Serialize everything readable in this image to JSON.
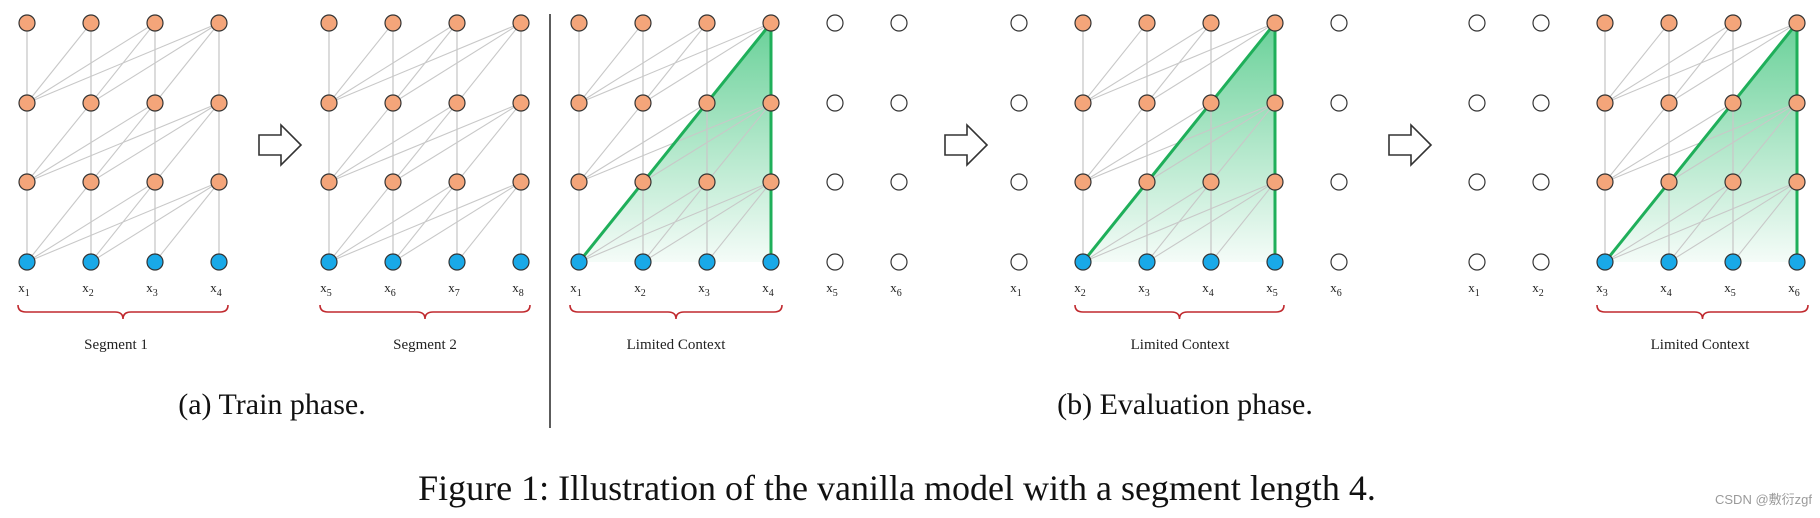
{
  "colors": {
    "hidden_node": "#f4a57a",
    "input_node": "#19a9e8",
    "empty_node": "#ffffff",
    "node_stroke": "#333333",
    "edge": "#c8c8c8",
    "context_line": "#1faf5a",
    "context_fill": "#2fbf71",
    "brace": "#c0292e"
  },
  "panels": [
    {
      "id": "train-seg1",
      "tokens": [
        {
          "b": "x",
          "s": "1"
        },
        {
          "b": "x",
          "s": "2"
        },
        {
          "b": "x",
          "s": "3"
        },
        {
          "b": "x",
          "s": "4"
        }
      ],
      "label": "Segment 1",
      "highlight": false
    },
    {
      "id": "train-seg2",
      "tokens": [
        {
          "b": "x",
          "s": "5"
        },
        {
          "b": "x",
          "s": "6"
        },
        {
          "b": "x",
          "s": "7"
        },
        {
          "b": "x",
          "s": "8"
        }
      ],
      "label": "Segment 2",
      "highlight": false
    },
    {
      "id": "eval-step1",
      "tokens": [
        {
          "b": "x",
          "s": "1"
        },
        {
          "b": "x",
          "s": "2"
        },
        {
          "b": "x",
          "s": "3"
        },
        {
          "b": "x",
          "s": "4"
        },
        {
          "b": "x",
          "s": "5"
        },
        {
          "b": "x",
          "s": "6"
        }
      ],
      "label": "Limited Context",
      "highlight": true
    },
    {
      "id": "eval-step2",
      "tokens": [
        {
          "b": "x",
          "s": "1"
        },
        {
          "b": "x",
          "s": "2"
        },
        {
          "b": "x",
          "s": "3"
        },
        {
          "b": "x",
          "s": "4"
        },
        {
          "b": "x",
          "s": "5"
        },
        {
          "b": "x",
          "s": "6"
        }
      ],
      "label": "Limited Context",
      "highlight": true
    },
    {
      "id": "eval-step3",
      "tokens": [
        {
          "b": "x",
          "s": "1"
        },
        {
          "b": "x",
          "s": "2"
        },
        {
          "b": "x",
          "s": "3"
        },
        {
          "b": "x",
          "s": "4"
        },
        {
          "b": "x",
          "s": "5"
        },
        {
          "b": "x",
          "s": "6"
        }
      ],
      "label": "Limited Context",
      "highlight": true
    }
  ],
  "captions": {
    "train": "(a) Train phase.",
    "eval": "(b) Evaluation phase."
  },
  "figure_caption": "Figure 1: Illustration of the vanilla model with a segment length 4.",
  "watermark": "CSDN @敷衍zgf"
}
